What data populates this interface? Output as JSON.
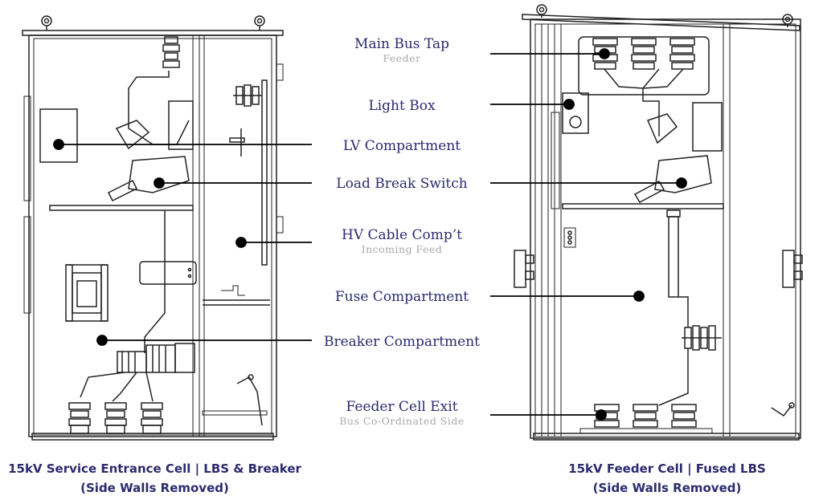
{
  "colors": {
    "label": "#2b2a6e",
    "sublabel": "#a9a9a9",
    "line": "#222222",
    "leader": "#000000"
  },
  "labels": {
    "main_bus_tap": {
      "title": "Main Bus Tap",
      "sub": "Feeder"
    },
    "light_box": {
      "title": "Light Box"
    },
    "lv_compartment": {
      "title": "LV Compartment"
    },
    "load_break_switch": {
      "title": "Load Break Switch"
    },
    "hv_cable": {
      "title": "HV Cable Comp’t",
      "sub": "Incoming Feed"
    },
    "fuse_compartment": {
      "title": "Fuse Compartment"
    },
    "breaker_compartment": {
      "title": "Breaker Compartment"
    },
    "feeder_exit": {
      "title": "Feeder Cell Exit",
      "sub": "Bus Co-Ordinated Side"
    }
  },
  "captions": {
    "left": {
      "line1": "15kV Service Entrance Cell | LBS & Breaker",
      "line2": "(Side Walls Removed)"
    },
    "right": {
      "line1": "15kV Feeder Cell | Fused LBS",
      "line2": "(Side Walls Removed)"
    }
  }
}
